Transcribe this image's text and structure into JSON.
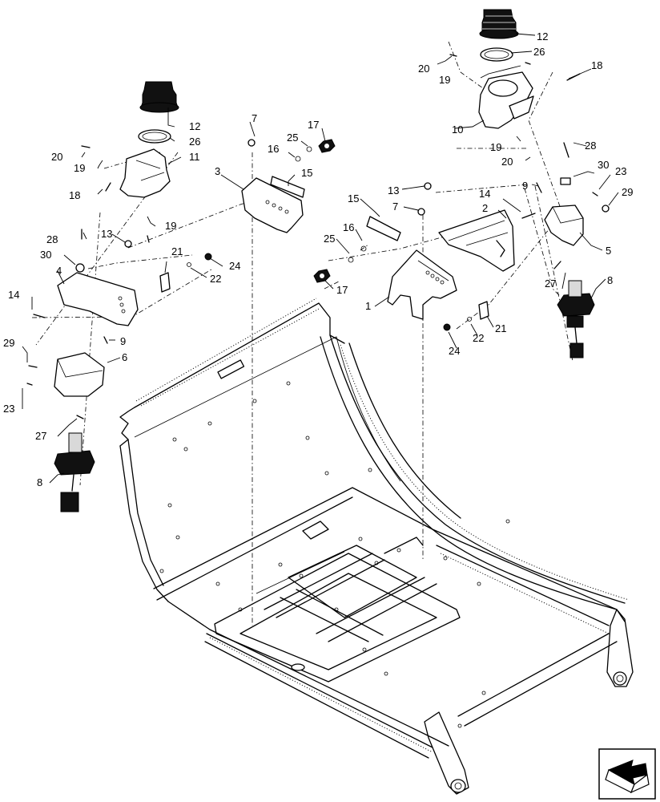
{
  "callouts": [
    {
      "id": "c12r",
      "text": "12"
    },
    {
      "id": "c26r",
      "text": "26"
    },
    {
      "id": "c20r",
      "text": "20"
    },
    {
      "id": "c19r",
      "text": "19"
    },
    {
      "id": "c18r",
      "text": "18"
    },
    {
      "id": "c10",
      "text": "10"
    },
    {
      "id": "c19r2",
      "text": "19"
    },
    {
      "id": "c20r2",
      "text": "20"
    },
    {
      "id": "c28r",
      "text": "28"
    },
    {
      "id": "c30r",
      "text": "30"
    },
    {
      "id": "c23r",
      "text": "23"
    },
    {
      "id": "c29r",
      "text": "29"
    },
    {
      "id": "c9r",
      "text": "9"
    },
    {
      "id": "c14r",
      "text": "14"
    },
    {
      "id": "c2",
      "text": "2"
    },
    {
      "id": "c5",
      "text": "5"
    },
    {
      "id": "c8r",
      "text": "8"
    },
    {
      "id": "c27r",
      "text": "27"
    },
    {
      "id": "c13r",
      "text": "13"
    },
    {
      "id": "c15r",
      "text": "15"
    },
    {
      "id": "c7r",
      "text": "7"
    },
    {
      "id": "c16r",
      "text": "16"
    },
    {
      "id": "c25r",
      "text": "25"
    },
    {
      "id": "c17r",
      "text": "17"
    },
    {
      "id": "c1",
      "text": "1"
    },
    {
      "id": "c21r",
      "text": "21"
    },
    {
      "id": "c22r",
      "text": "22"
    },
    {
      "id": "c24r",
      "text": "24"
    },
    {
      "id": "c7l",
      "text": "7"
    },
    {
      "id": "c17l",
      "text": "17"
    },
    {
      "id": "c25l",
      "text": "25"
    },
    {
      "id": "c16l",
      "text": "16"
    },
    {
      "id": "c3",
      "text": "3"
    },
    {
      "id": "c15l",
      "text": "15"
    },
    {
      "id": "c12l",
      "text": "12"
    },
    {
      "id": "c26l",
      "text": "26"
    },
    {
      "id": "c20l",
      "text": "20"
    },
    {
      "id": "c19l",
      "text": "19"
    },
    {
      "id": "c11",
      "text": "11"
    },
    {
      "id": "c18l",
      "text": "18"
    },
    {
      "id": "c19l2",
      "text": "19"
    },
    {
      "id": "c28l",
      "text": "28"
    },
    {
      "id": "c13l",
      "text": "13"
    },
    {
      "id": "c30l",
      "text": "30"
    },
    {
      "id": "c4",
      "text": "4"
    },
    {
      "id": "c14l",
      "text": "14"
    },
    {
      "id": "c21l",
      "text": "21"
    },
    {
      "id": "c24l",
      "text": "24"
    },
    {
      "id": "c22l",
      "text": "22"
    },
    {
      "id": "c29l",
      "text": "29"
    },
    {
      "id": "c9l",
      "text": "9"
    },
    {
      "id": "c6",
      "text": "6"
    },
    {
      "id": "c23l",
      "text": "23"
    },
    {
      "id": "c27l",
      "text": "27"
    },
    {
      "id": "c8l",
      "text": "8"
    }
  ],
  "nav": {
    "icon": "next-page-arrow-icon"
  }
}
